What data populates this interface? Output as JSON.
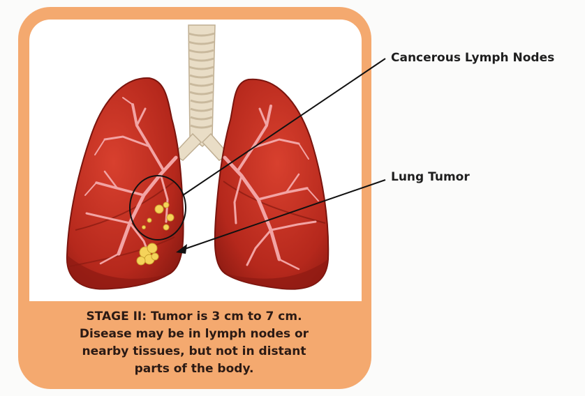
{
  "labels": {
    "lymph_nodes": "Cancerous Lymph Nodes",
    "tumor": "Lung Tumor"
  },
  "caption": {
    "stage": "STAGE II:",
    "line1_rest": " Tumor is 3 cm to 7 cm.",
    "line2": "Disease may be in lymph nodes or",
    "line3": "nearby tissues, but not in distant",
    "line4": "parts of the body."
  },
  "colors": {
    "card": "#f4a96f",
    "lung": "#c22f22",
    "lung_dark": "#8d1a12",
    "bronchi": "#f2a4a4",
    "trachea": "#e9ddc6",
    "tumor": "#f5d35a"
  }
}
